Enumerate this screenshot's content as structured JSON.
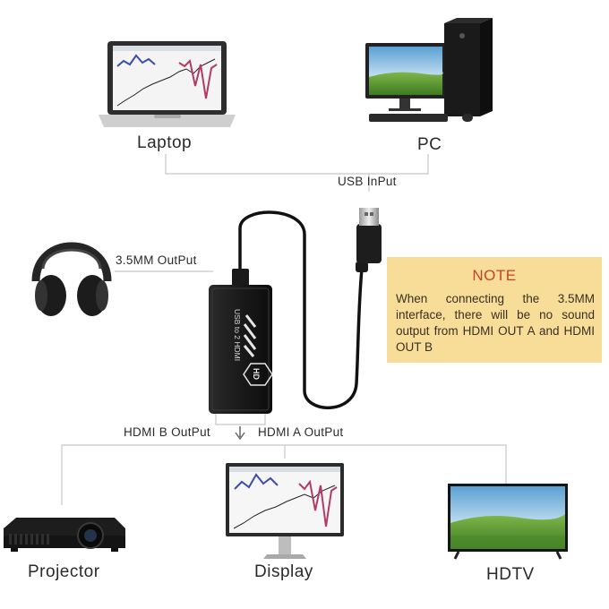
{
  "devices": {
    "laptop": "Laptop",
    "pc": "PC",
    "projector": "Projector",
    "display": "Display",
    "hdtv": "HDTV"
  },
  "ports": {
    "usb_input": "USB InPut",
    "audio_output": "3.5MM  OutPut",
    "hdmi_b_output": "HDMI B OutPut",
    "hdmi_a_output": "HDMI A OutPut"
  },
  "adapter": {
    "print_text": "USB to 2 HDMI",
    "logo_text": "HD"
  },
  "note": {
    "title": "NOTE",
    "body": "When connecting the 3.5MM interface, there will be no sound output from HDMI OUT A and HDMI OUT B"
  },
  "colors": {
    "note_background": "#f7dd98",
    "note_title": "#c44527",
    "connector_lines": "#c7c7c7"
  }
}
